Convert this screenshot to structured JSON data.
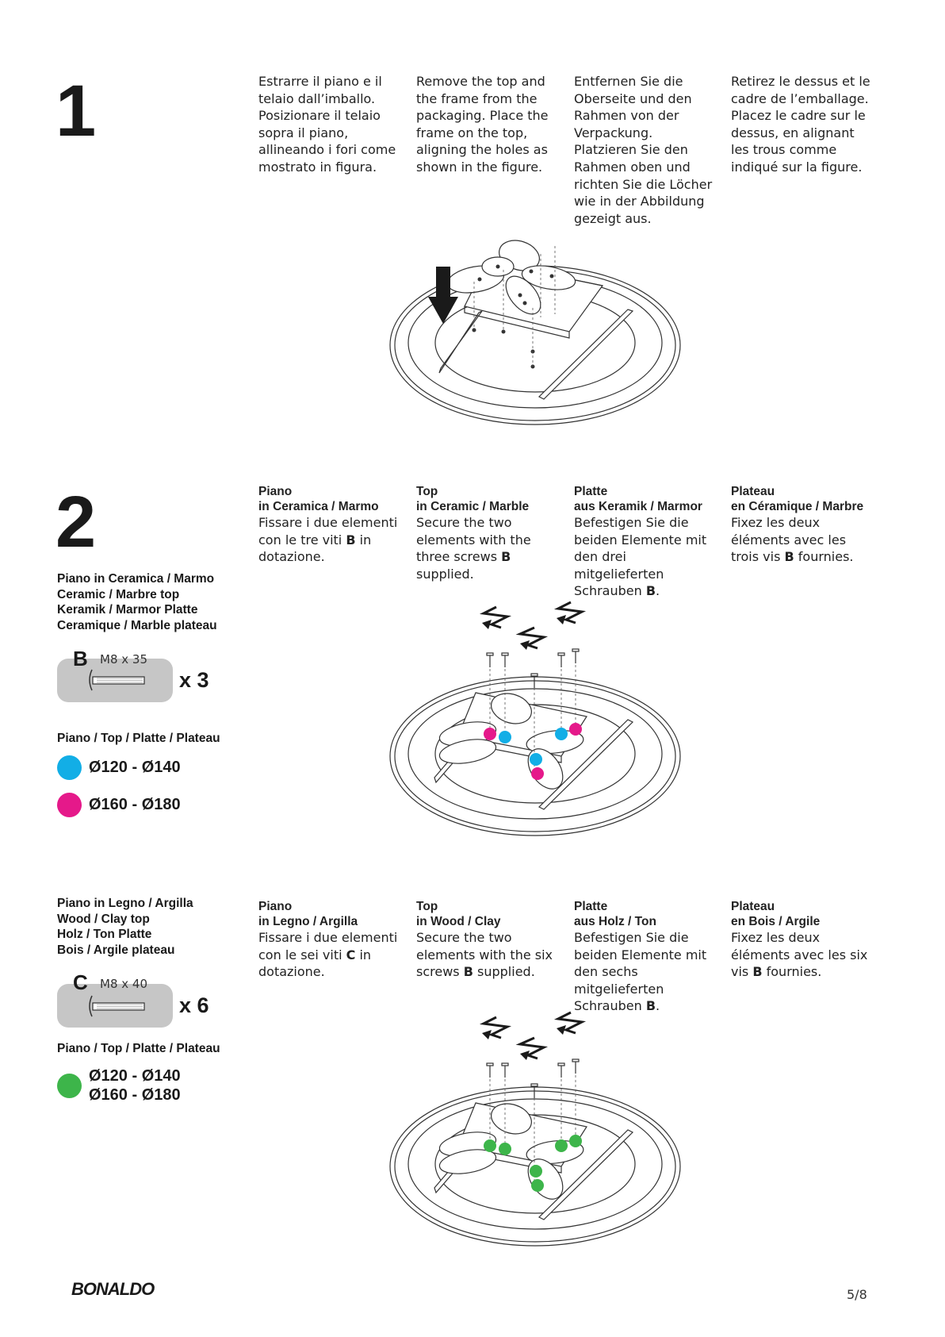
{
  "step1": {
    "number": "1",
    "it": "Estrarre il piano e il telaio dall’imballo. Posizionare il telaio sopra il piano, allineando i fori come mostrato in figura.",
    "en": "Remove the top and the frame from the packaging. Place the frame on the top, aligning the holes as shown in the figure.",
    "de": "Entfernen Sie die Oberseite und den Rahmen von der Verpackung. Platzieren Sie den Rahmen oben und richten Sie die Löcher wie in der Abbildung gezeigt aus.",
    "fr": "Retirez le dessus et le cadre de l’emballage. Placez le cadre sur le dessus, en alignant les trous comme indiqué sur la figure."
  },
  "step2": {
    "number": "2",
    "ceramic": {
      "side_title": [
        "Piano in Ceramica / Marmo",
        "Ceramic / Marbre top",
        "Keramik / Marmor Platte",
        "Ceramique / Marble plateau"
      ],
      "screw_letter": "B",
      "screw_size": "M8 x 35",
      "quantity": "x 3",
      "top_label": "Piano / Top / Platte / Plateau",
      "sizes": [
        {
          "color": "#12aee6",
          "label": "Ø120 - Ø140"
        },
        {
          "color": "#e5198a",
          "label": "Ø160 - Ø180"
        }
      ],
      "it_head": [
        "Piano",
        "in Ceramica / Marmo"
      ],
      "it_pre": "Fissare i due elementi con le tre viti ",
      "it_bold": "B",
      "it_post": " in dotazione.",
      "en_head": [
        "Top",
        "in Ceramic / Marble"
      ],
      "en_pre": "Secure the two elements with the three screws ",
      "en_bold": "B",
      "en_post": " supplied.",
      "de_head": [
        "Platte",
        "aus Keramik / Marmor"
      ],
      "de_pre": "Befestigen Sie die beiden Elemente mit den drei mitgelieferten Schrauben ",
      "de_bold": "B",
      "de_post": ".",
      "fr_head": [
        "Plateau",
        "en Céramique / Marbre"
      ],
      "fr_pre": "Fixez les deux éléments avec les trois vis ",
      "fr_bold": "B",
      "fr_post": " fournies."
    },
    "wood": {
      "side_title": [
        "Piano in Legno / Argilla",
        "Wood / Clay top",
        "Holz / Ton Platte",
        "Bois / Argile plateau"
      ],
      "screw_letter": "C",
      "screw_size": "M8 x 40",
      "quantity": "x 6",
      "top_label": "Piano / Top / Platte / Plateau",
      "sizes": [
        {
          "color": "#3db54a",
          "label": "Ø120 - Ø140"
        },
        {
          "color": "#3db54a",
          "label": "Ø160 - Ø180"
        }
      ],
      "it_head": [
        "Piano",
        "in Legno / Argilla"
      ],
      "it_pre": "Fissare i due elementi con le sei viti ",
      "it_bold": "C",
      "it_post": " in dotazione.",
      "en_head": [
        "Top",
        "in Wood / Clay"
      ],
      "en_pre": "Secure the two elements with the six screws ",
      "en_bold": "B",
      "en_post": " supplied.",
      "de_head": [
        "Platte",
        "aus Holz / Ton"
      ],
      "de_pre": "Befestigen Sie die beiden Elemente mit den sechs mitgelieferten Schrauben ",
      "de_bold": "B",
      "de_post": ".",
      "fr_head": [
        "Plateau",
        "en Bois / Argile"
      ],
      "fr_pre": "Fixez les deux éléments avec les six vis ",
      "fr_bold": "B",
      "fr_post": " fournies."
    }
  },
  "footer": {
    "brand": "BONALDO",
    "page": "5/8"
  }
}
